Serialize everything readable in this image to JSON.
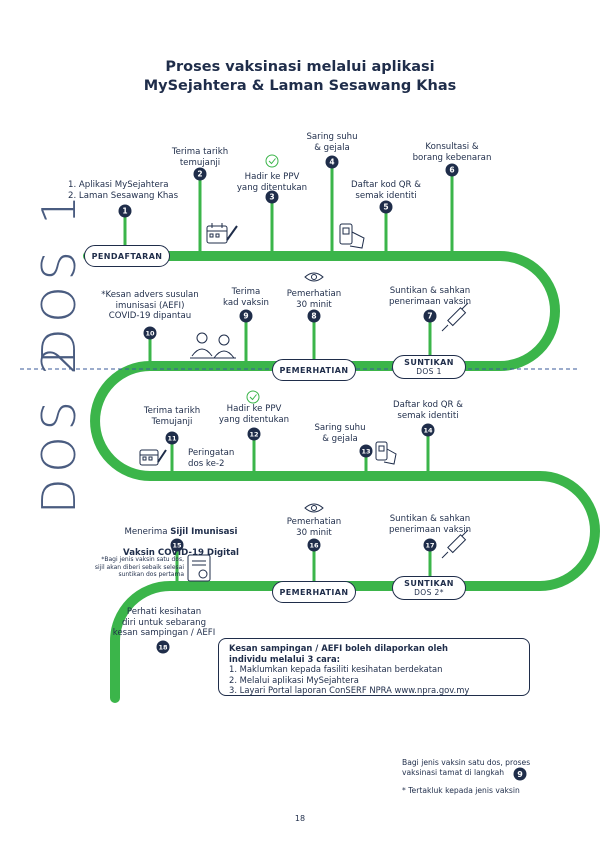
{
  "title": "Proses vaksinasi melalui aplikasi\nMySejahtera & Laman Sesawang Khas",
  "dose_labels": {
    "dos1": "DOS 1",
    "dos2": "DOS 2"
  },
  "stages": {
    "pendaftaran": "PENDAFTARAN",
    "pemerhatian_1": "PEMERHATIAN",
    "suntikan_1_title": "SUNTIKAN",
    "suntikan_1_sub": "DOS 1",
    "pemerhatian_2": "PEMERHATIAN",
    "suntikan_2_title": "SUNTIKAN",
    "suntikan_2_sub": "DOS 2*"
  },
  "steps": [
    {
      "num": "1",
      "label": "1.  Aplikasi MySejahtera\n2. Laman Sesawang Khas"
    },
    {
      "num": "2",
      "label": "Terima tarikh\ntemujanji"
    },
    {
      "num": "3",
      "label": "Hadir ke PPV\nyang ditentukan"
    },
    {
      "num": "4",
      "label": "Saring suhu\n& gejala"
    },
    {
      "num": "5",
      "label": "Daftar kod QR &\nsemak identiti"
    },
    {
      "num": "6",
      "label": "Konsultasi &\nborang kebenaran"
    },
    {
      "num": "7",
      "label": "Suntikan & sahkan\npenerimaan vaksin"
    },
    {
      "num": "8",
      "label": "Pemerhatian\n30 minit"
    },
    {
      "num": "9",
      "label": "Terima\nkad vaksin"
    },
    {
      "num": "10",
      "label": "*Kesan advers susulan\nimunisasi (AEFI)\nCOVID-19 dipantau"
    },
    {
      "num": "11",
      "label": "Terima tarikh\nTemujanji"
    },
    {
      "num": "12",
      "label": "Hadir ke PPV\nyang ditentukan"
    },
    {
      "num": "13",
      "label": "Saring suhu\n& gejala"
    },
    {
      "num": "14",
      "label": "Daftar kod QR &\nsemak identiti"
    },
    {
      "num": "15",
      "label_pre": "Menerima ",
      "label_bold1": "Sijil Imunisasi",
      "label_bold2": "Vaksin COVID-19 Digital"
    },
    {
      "num": "16",
      "label": "Pemerhatian\n30 minit"
    },
    {
      "num": "17",
      "label": "Suntikan & sahkan\npenerimaan vaksin"
    },
    {
      "num": "18",
      "label": "Perhati kesihatan\ndiri untuk sebarang\nkesan sampingan / AEFI"
    }
  ],
  "reminder": "Peringatan\ndos ke-2",
  "single_dose_cert_note": "*Bagi jenis vaksin satu dos,\nsijil akan diberi sebaik selesai\nsuntikan dos pertama",
  "aefi_box": {
    "heading": "Kesan sampingan / AEFI boleh dilaporkan oleh\nindividu melalui 3 cara:",
    "items": [
      "1.  Maklumkan kepada fasiliti kesihatan berdekatan",
      "2. Melalui aplikasi MySejahtera",
      "3. Layari Portal laporan ConSERF NPRA www.npra.gov.my"
    ]
  },
  "footnote_single_dose": "Bagi jenis vaksin satu dos, proses\nvaksinasi tamat di langkah",
  "footnote_single_dose_step": "9",
  "footnote_vaccine_type": "* Tertakluk kepada jenis vaksin",
  "page_number": "18",
  "colors": {
    "path": "#3bb54a",
    "navy": "#1f2d4a",
    "dose_text": "#4a5c80",
    "divider": "#3a5a9a"
  },
  "icons": [
    "calendar-icon",
    "check-circle-icon",
    "thermometer-icon",
    "qr-scan-icon",
    "eye-icon",
    "syringe-icon",
    "patients-icon",
    "certificate-icon"
  ]
}
